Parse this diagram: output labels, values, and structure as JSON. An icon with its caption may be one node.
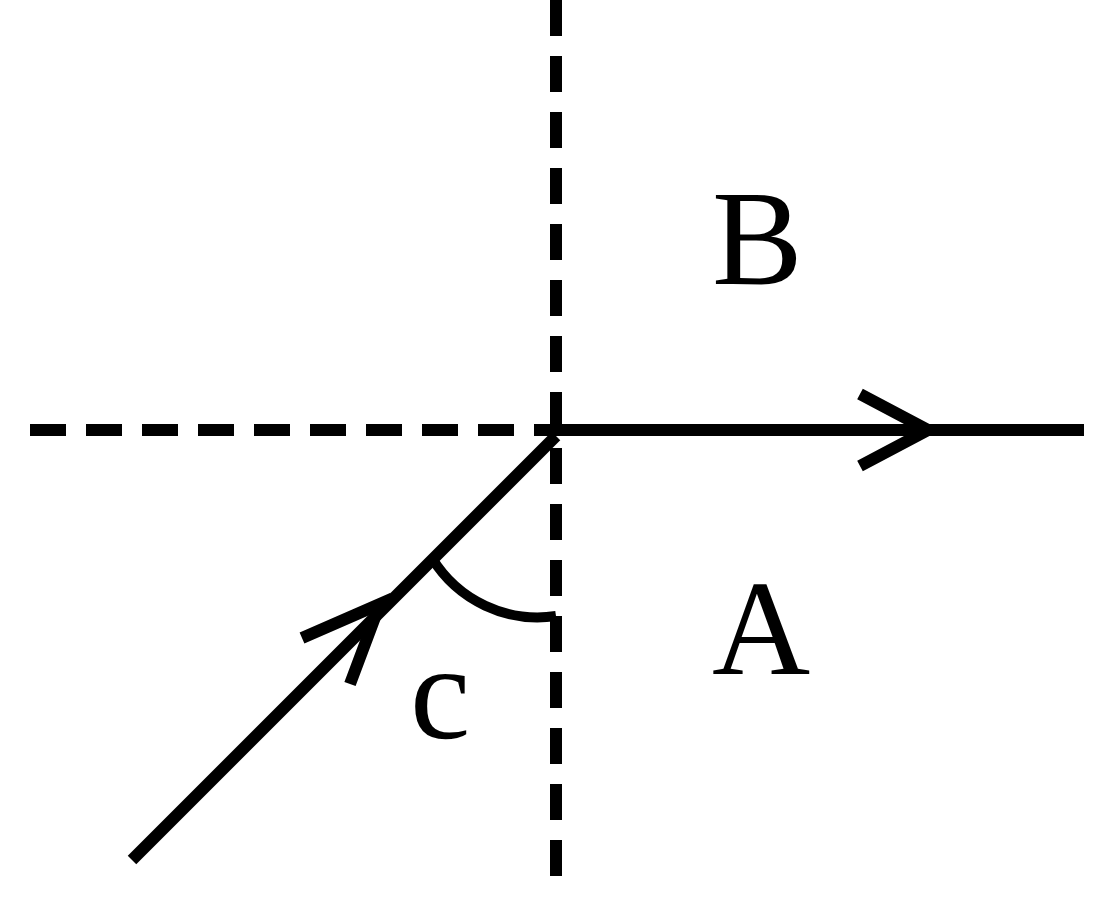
{
  "diagram": {
    "labels": [
      "B",
      "A",
      "c"
    ]
  }
}
